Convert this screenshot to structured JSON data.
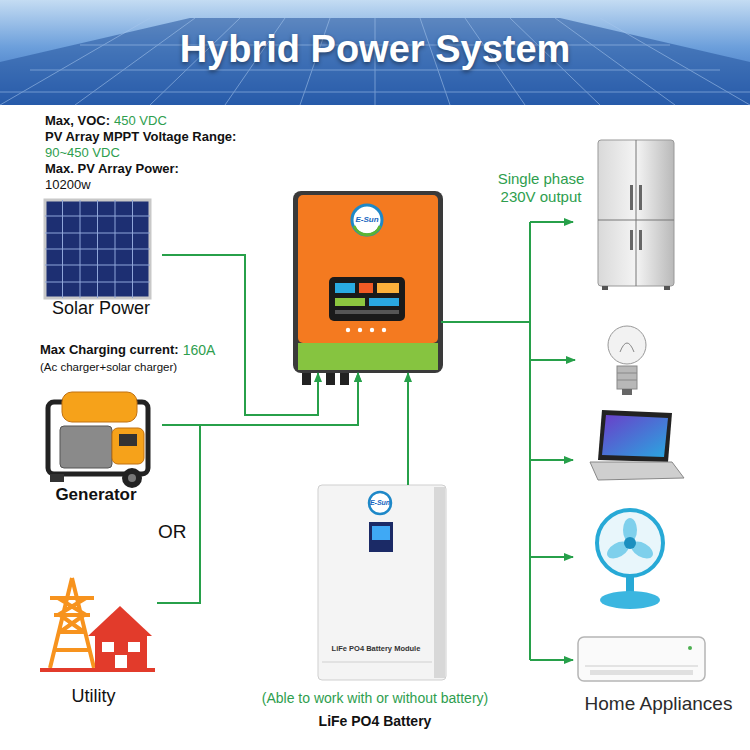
{
  "diagram": {
    "title": "Hybrid Power System",
    "nodes": [
      {
        "text": [
          "Solar Power"
        ]
      },
      {
        "text": [
          "Generator"
        ]
      },
      {
        "text": [
          "Utility"
        ]
      },
      {
        "text": [
          "E-Sun"
        ]
      },
      {
        "text": [
          "E-Sun",
          "LiFe PO4 Battery Module"
        ]
      },
      {
        "text": [
          "Home Appliances"
        ]
      }
    ],
    "edges": [
      {
        "from": 0,
        "to": 3,
        "arrow": "to"
      },
      {
        "from": 1,
        "to": 3,
        "arrow": "to"
      },
      {
        "from": 2,
        "to": 3,
        "arrow": "to"
      },
      {
        "from": 4,
        "to": 3,
        "arrow": "to"
      },
      {
        "from": 3,
        "to": 5,
        "arrow": "to"
      }
    ],
    "labels": [
      "Max, VOC:",
      "450 VDC",
      "PV Array MPPT Voltage Range:",
      "90~450 VDC",
      "Max. PV Array Power:",
      "10200w",
      "Max Charging current:",
      "160A",
      "(Ac charger+solar charger)",
      "OR",
      "Single phase 230V output",
      "(Able to work with or without battery)",
      "LiFe PO4 Battery"
    ]
  }
}
